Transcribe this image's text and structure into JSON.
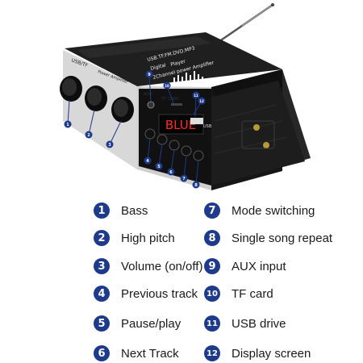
{
  "device": {
    "top_panel": [
      "USB.TF.FM.DVD.MP3",
      "Digital",
      "Player",
      "2Channel power Amplifier"
    ],
    "left_panel": [
      "USB/TF",
      "Power Amplifier"
    ],
    "display_text": "BLUE",
    "jack_labels": {
      "aux": "AUX",
      "tf": "TF CARD",
      "usb": "USB"
    },
    "colors": {
      "callout": "#1e3a8a",
      "display": "#ff2a2a",
      "body": "#1b1b1b",
      "panel": "#c9c9c9"
    }
  },
  "callouts": [
    "1",
    "2",
    "3",
    "4",
    "5",
    "6",
    "7",
    "8",
    "9",
    "10",
    "11",
    "12"
  ],
  "legend": [
    {
      "number": "1",
      "label": "Bass"
    },
    {
      "number": "2",
      "label": "High pitch"
    },
    {
      "number": "3",
      "label": "Volume (on/off)"
    },
    {
      "number": "4",
      "label": "Previous track"
    },
    {
      "number": "5",
      "label": "Pause/play"
    },
    {
      "number": "6",
      "label": "Next Track"
    },
    {
      "number": "7",
      "label": "Mode switching"
    },
    {
      "number": "8",
      "label": "Single song repeat"
    },
    {
      "number": "9",
      "label": "AUX input"
    },
    {
      "number": "10",
      "label": "TF card"
    },
    {
      "number": "11",
      "label": "USB drive"
    },
    {
      "number": "12",
      "label": "Display screen"
    }
  ]
}
